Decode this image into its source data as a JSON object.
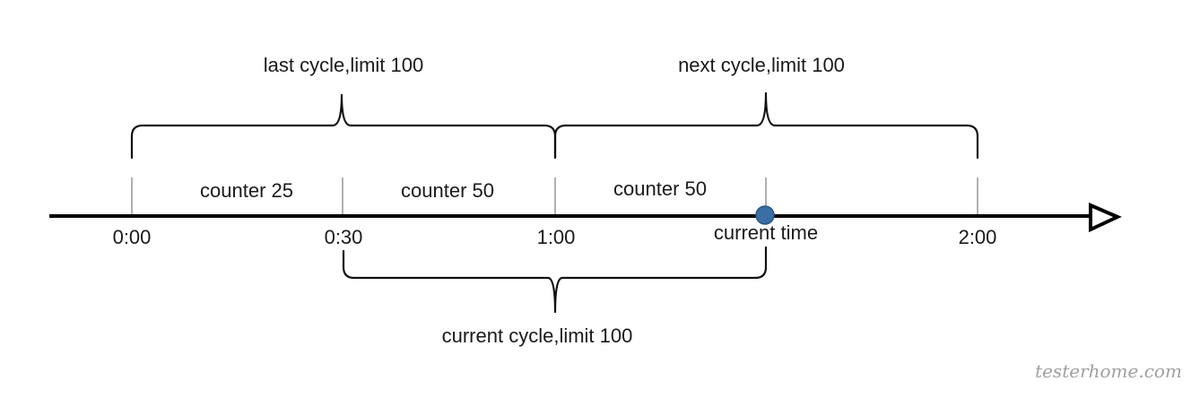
{
  "timeline": {
    "ticks": [
      "0:00",
      "0:30",
      "1:00",
      "current time",
      "2:00"
    ],
    "counters": [
      "counter 25",
      "counter 50",
      "counter 50"
    ]
  },
  "cycles": {
    "last": "last cycle,limit 100",
    "next": "next cycle,limit 100",
    "current": "current cycle,limit 100"
  },
  "colors": {
    "axis": "#000000",
    "current_marker": "#3b6ea5",
    "tick_lines": "#b0b0b0"
  },
  "watermark": "testerhome.com"
}
